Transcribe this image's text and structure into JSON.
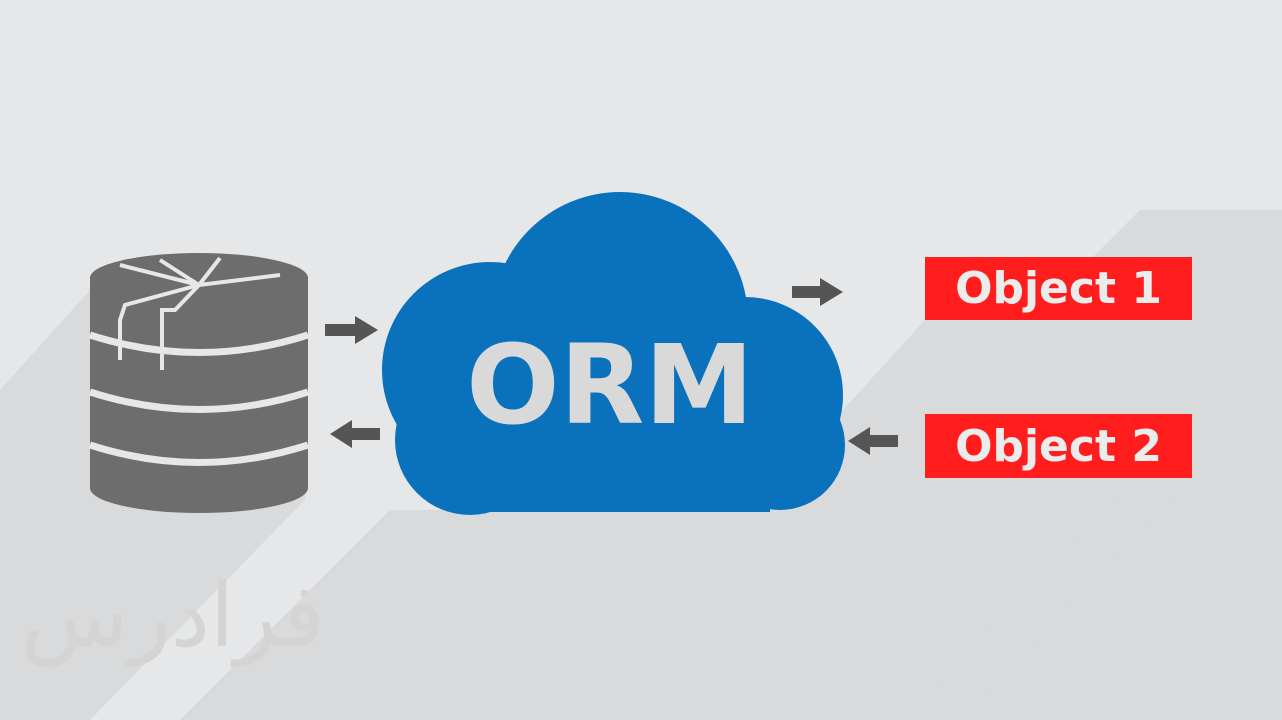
{
  "diagram": {
    "center_label": "ORM",
    "objects": [
      "Object 1",
      "Object 2"
    ],
    "watermark_text": "فرادرس"
  },
  "icons": {
    "database": "database-icon",
    "cloud": "cloud-icon",
    "arrows": [
      "arrow-right-icon",
      "arrow-left-icon"
    ]
  },
  "colors": {
    "background": "#e6e7e8",
    "shadow": "#d6d7d8",
    "cloud": "#0a72bd",
    "database": "#6d6d6d",
    "object_box": "#ff1d1d",
    "text_light": "#e3e3e3",
    "arrow": "#555555"
  }
}
